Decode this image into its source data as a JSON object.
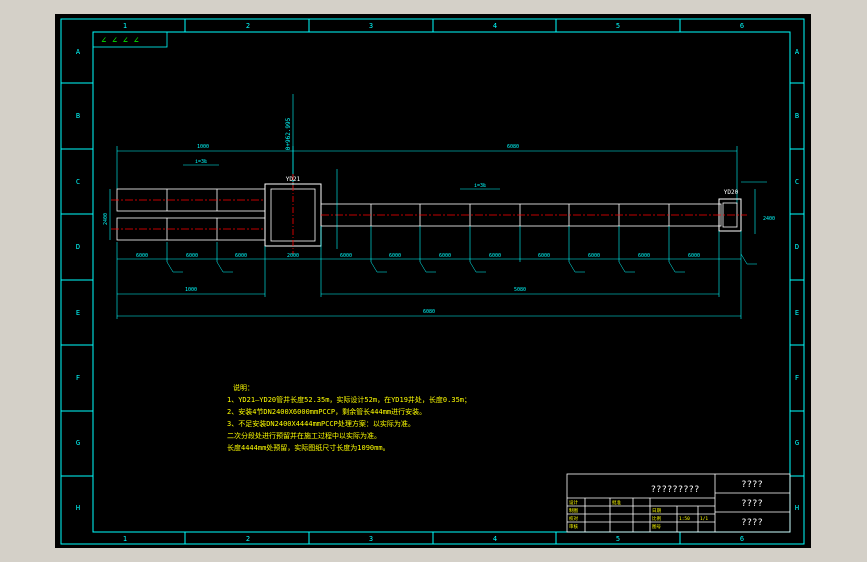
{
  "colors": {
    "background": "#000000",
    "frame": "#00ffff",
    "pipe": "#ffffff",
    "centerline": "#ff0000",
    "dimension": "#00ffff",
    "notes": "#ffff00",
    "title_text": "#ffffff",
    "window_bg": "#d4d0c8"
  },
  "frame": {
    "columns": [
      "1",
      "2",
      "3",
      "4",
      "5",
      "6"
    ],
    "rows": [
      "A",
      "B",
      "C",
      "D",
      "E",
      "F",
      "G",
      "H"
    ]
  },
  "revision_marks": "∠ ∠ ∠ ∠",
  "stations": {
    "left_well": "YD21",
    "right_well": "YD20",
    "chainage": "0+962.995"
  },
  "dimensions": {
    "overall_top": "6080",
    "left_top": "1000",
    "slope_left": "i=3‰",
    "slope_right": "i=3‰",
    "left_bottom": "1000",
    "right_bottom": "5080",
    "segment_label": "6000",
    "well_label": "2000",
    "side_label": "2400"
  },
  "notes": {
    "title": "说明：",
    "lines": [
      "1、YD21—YD20管井长度52.35m，实际设计52m，在YD19井处，长度0.35m；",
      "2、安装4节DN2400X6000mmPCCP，剩余管长444mm进行安装。",
      "3、不足安装DN2400X4444mmPCCP处理方案：以实际为准。",
      "二次分段处进行预留并在施工过程中以实际为准。",
      "长度4444mm处预留，实际图纸尺寸长度为1090mm。"
    ]
  },
  "title_block": {
    "drawing_name": "?????????",
    "company": "????",
    "project": "????",
    "sheet": "????",
    "cells": [
      "设计",
      "制图",
      "校对",
      "审核",
      "批准",
      "日期",
      "比例",
      "图号",
      "1:50",
      "1/1"
    ]
  }
}
